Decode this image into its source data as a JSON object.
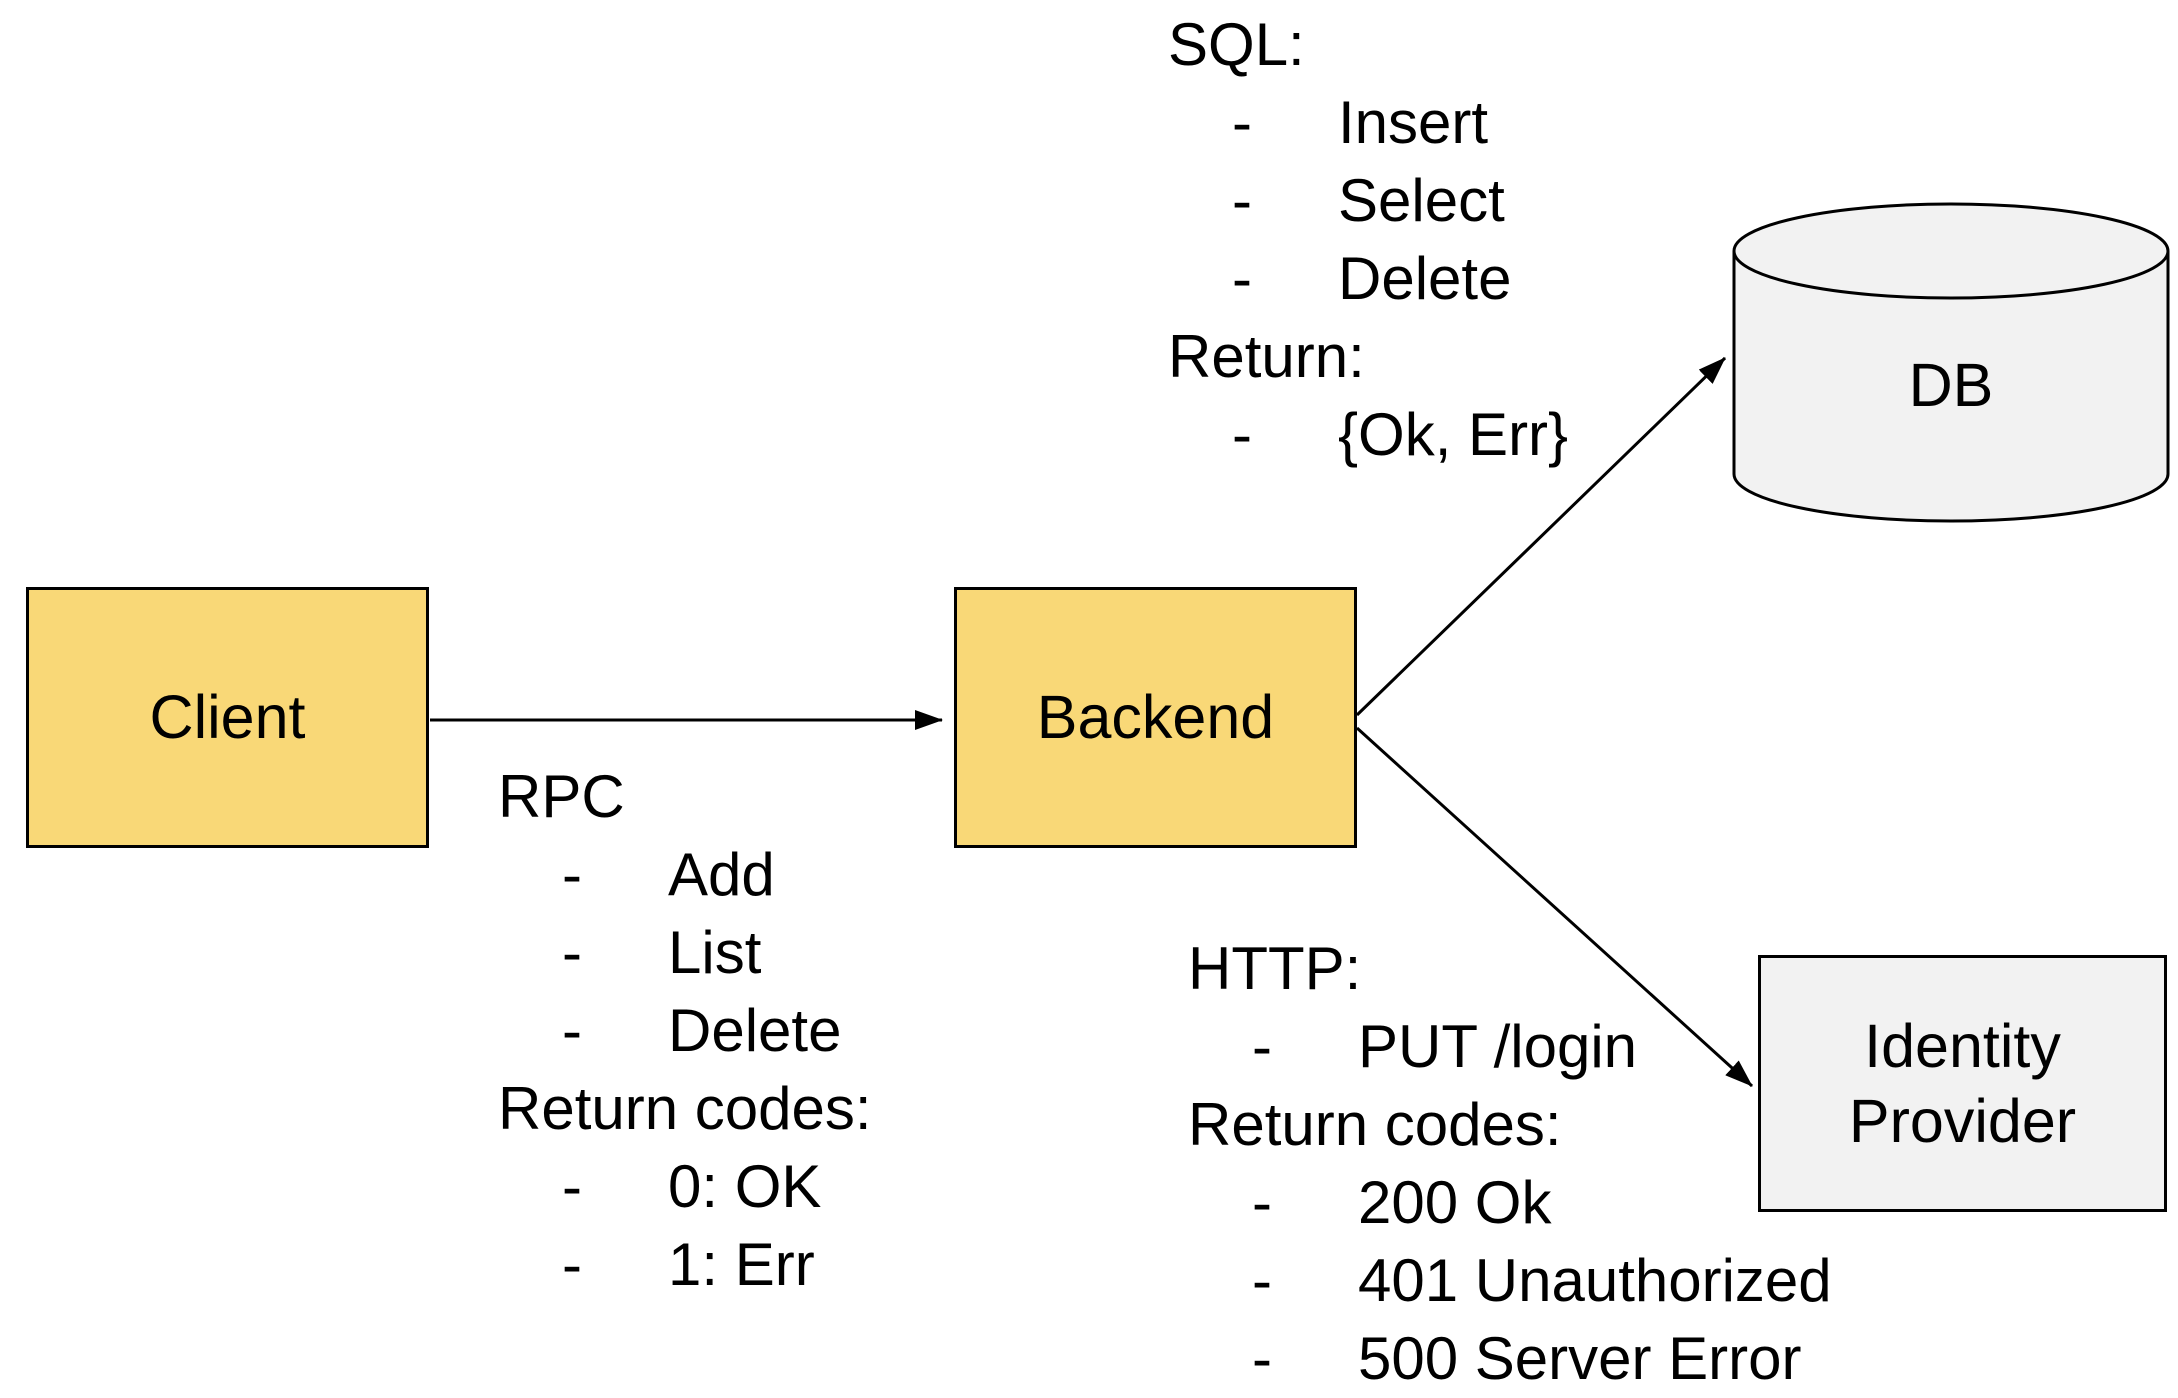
{
  "bullet_char": "-",
  "nodes": {
    "client": {
      "label": "Client"
    },
    "backend": {
      "label": "Backend"
    },
    "db": {
      "label": "DB"
    },
    "identity_provider": {
      "label": "Identity Provider"
    }
  },
  "edges": [
    {
      "from": "client",
      "to": "backend"
    },
    {
      "from": "backend",
      "to": "db"
    },
    {
      "from": "backend",
      "to": "identity_provider"
    }
  ],
  "annotations": {
    "rpc": {
      "title": "RPC",
      "items": [
        "Add",
        "List",
        "Delete"
      ],
      "return_title": "Return codes:",
      "return_items": [
        "0: OK",
        "1: Err"
      ]
    },
    "sql": {
      "title": "SQL:",
      "items": [
        "Insert",
        "Select",
        "Delete"
      ],
      "return_title": "Return:",
      "return_items": [
        "{Ok, Err}"
      ]
    },
    "http": {
      "title": "HTTP:",
      "items": [
        "PUT /login"
      ],
      "return_title": "Return codes:",
      "return_items": [
        "200 Ok",
        "401 Unauthorized",
        "500 Server Error"
      ]
    }
  },
  "colors": {
    "node-yellow": "#F9D877",
    "node-gray": "#F2F2F2",
    "stroke": "#000000",
    "text": "#000000",
    "background": "#FFFFFF"
  }
}
